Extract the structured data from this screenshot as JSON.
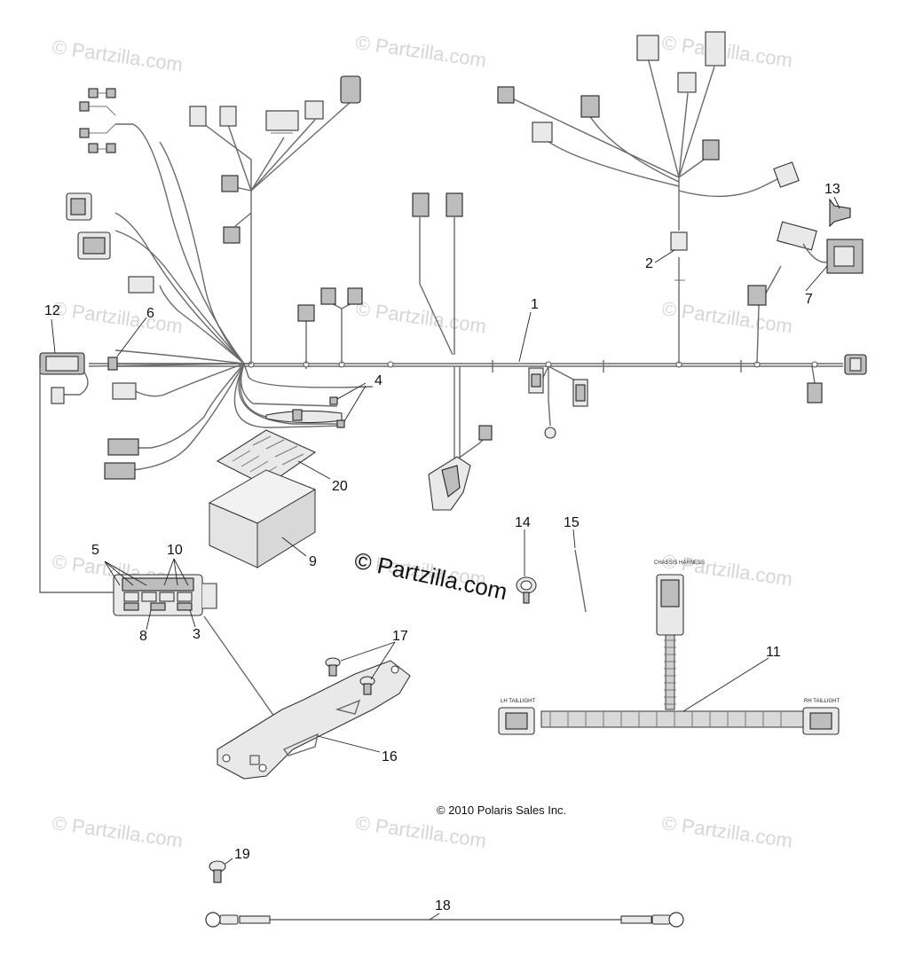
{
  "watermarks": [
    "© Partzilla.com",
    "© Partzilla.com",
    "© Partzilla.com",
    "© Partzilla.com",
    "© Partzilla.com",
    "© Partzilla.com",
    "© Partzilla.com",
    "© Partzilla.com",
    "© Partzilla.com",
    "© Partzilla.com",
    "© Partzilla.com",
    "© Partzilla.com"
  ],
  "center_watermark": "© Partzilla.com",
  "copyright": "© 2010 Polaris Sales Inc.",
  "callouts": [
    "1",
    "2",
    "3",
    "4",
    "5",
    "6",
    "7",
    "8",
    "9",
    "10",
    "11",
    "12",
    "13",
    "14",
    "15",
    "16",
    "17",
    "18",
    "19",
    "20"
  ],
  "connector_labels": {
    "chassis_harness": "CHASSIS HARNESS",
    "lh_taillight": "LH TAILLIGHT",
    "rh_taillight": "RH TAILLIGHT"
  }
}
